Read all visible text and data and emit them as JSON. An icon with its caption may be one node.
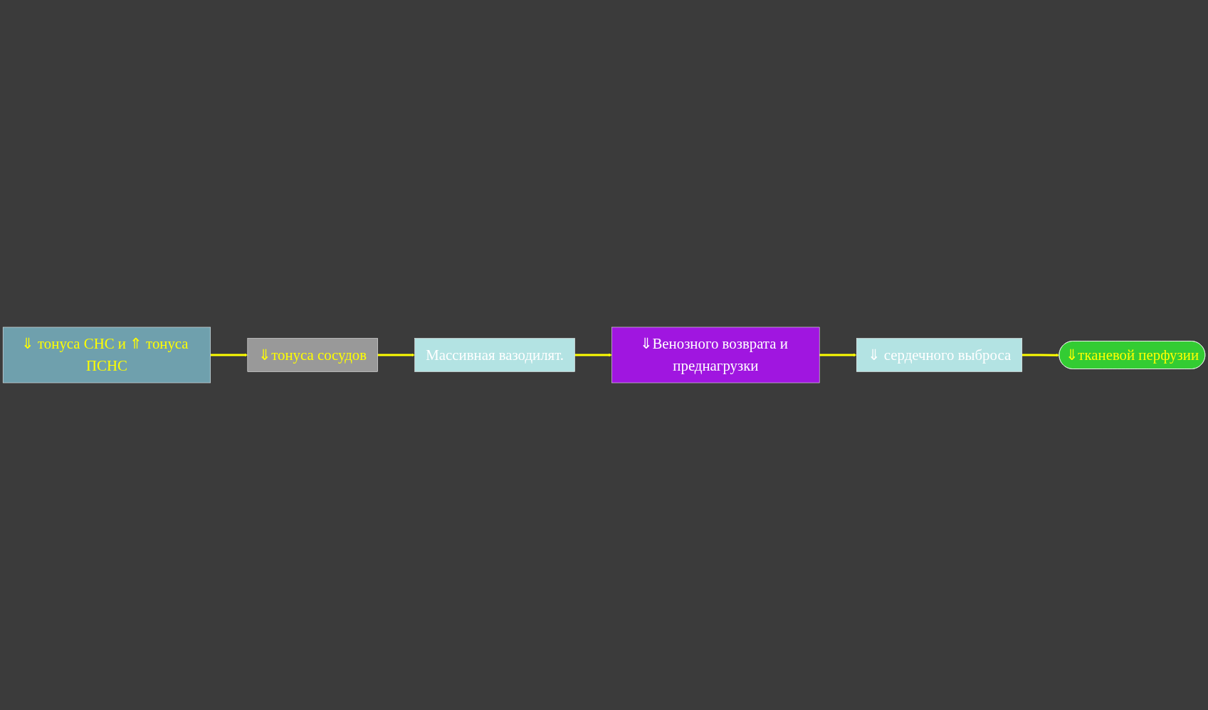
{
  "diagram": {
    "nodes": [
      {
        "text": [
          "⇓ тонуса СНС и ⇑ тонуса ПСНС"
        ]
      },
      {
        "text": [
          "⇓тонуса сосудов"
        ]
      },
      {
        "text": [
          "Массивная вазодилят."
        ]
      },
      {
        "text": [
          "⇓Венозного возврата и преднагрузки"
        ]
      },
      {
        "text": [
          "⇓ сердечного выброса"
        ]
      },
      {
        "text": [
          "⇓тканевой перфузии"
        ]
      }
    ],
    "edges": [
      {
        "from": 0,
        "to": 1,
        "arrow": "to"
      },
      {
        "from": 1,
        "to": 2,
        "arrow": "to"
      },
      {
        "from": 2,
        "to": 3,
        "arrow": "to"
      },
      {
        "from": 3,
        "to": 4,
        "arrow": "to"
      },
      {
        "from": 4,
        "to": 5,
        "arrow": "to"
      }
    ]
  }
}
